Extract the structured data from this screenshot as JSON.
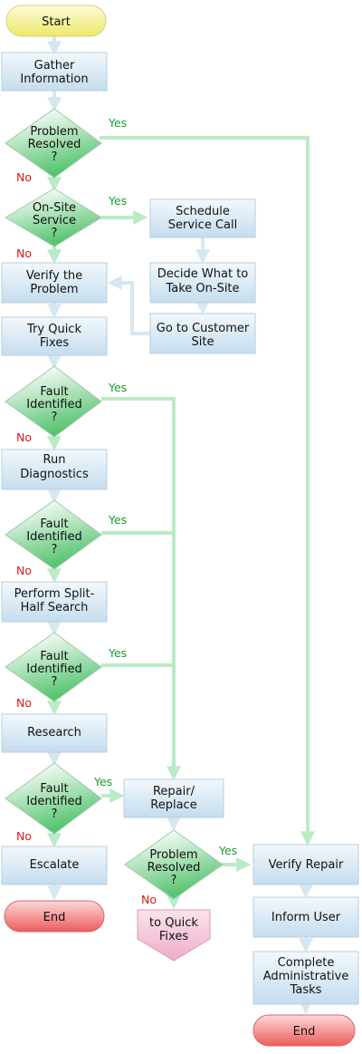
{
  "nodes": {
    "start": "Start",
    "gather": [
      "Gather",
      "Information"
    ],
    "d_resolved1": [
      "Problem",
      "Resolved",
      "?"
    ],
    "d_onsite": [
      "On-Site",
      "Service",
      "?"
    ],
    "schedule": [
      "Schedule",
      "Service Call"
    ],
    "decide": [
      "Decide What to",
      "Take On-Site"
    ],
    "goto_site": [
      "Go to Customer",
      "Site"
    ],
    "verify_problem": [
      "Verify the",
      "Problem"
    ],
    "quick_fixes": [
      "Try Quick",
      "Fixes"
    ],
    "d_fault1": [
      "Fault",
      "Identified",
      "?"
    ],
    "run_diag": [
      "Run",
      "Diagnostics"
    ],
    "d_fault2": [
      "Fault",
      "Identified",
      "?"
    ],
    "split_half": [
      "Perform Split-",
      "Half Search"
    ],
    "d_fault3": [
      "Fault",
      "Identified",
      "?"
    ],
    "research": "Research",
    "d_fault4": [
      "Fault",
      "Identified",
      "?"
    ],
    "escalate": "Escalate",
    "end_left": "End",
    "repair": [
      "Repair/",
      "Replace"
    ],
    "d_resolved2": [
      "Problem",
      "Resolved",
      "?"
    ],
    "to_quick": [
      "to Quick",
      "Fixes"
    ],
    "verify_repair": "Verify Repair",
    "inform_user": "Inform User",
    "admin_tasks": [
      "Complete",
      "Administrative",
      "Tasks"
    ],
    "end_right": "End"
  },
  "labels": {
    "yes": "Yes",
    "no": "No"
  },
  "colors": {
    "box_top": "#f3f8fc",
    "box_bottom": "#c4ddef",
    "diamond_top": "#ffffff",
    "diamond_bottom": "#55c46f",
    "start_fill": "#f6f39a",
    "end_fill": "#f06b6b",
    "connector_pink": "#f1b8cf",
    "edge_green": "#b9ebc6",
    "edge_blue": "#d6e7f2",
    "yes_text": "#1a9a2a",
    "no_text": "#e01818"
  }
}
